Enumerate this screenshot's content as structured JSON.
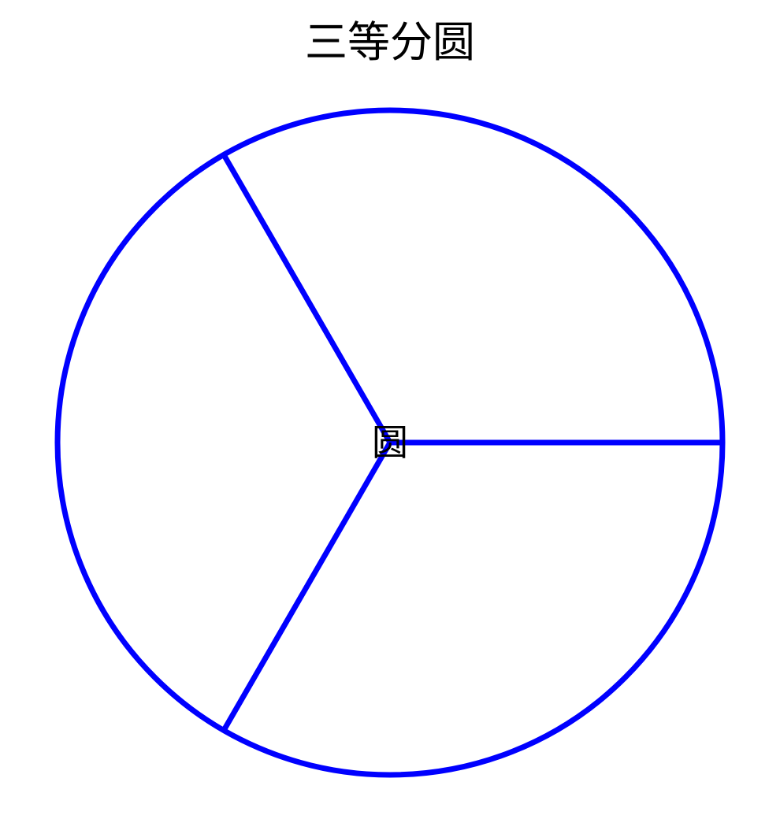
{
  "title": "三等分圆",
  "center_label": "圆",
  "divisions": 3,
  "start_angle_deg": 0,
  "colors": {
    "stroke": "#0000ff",
    "text": "#000000",
    "background": "#ffffff"
  }
}
